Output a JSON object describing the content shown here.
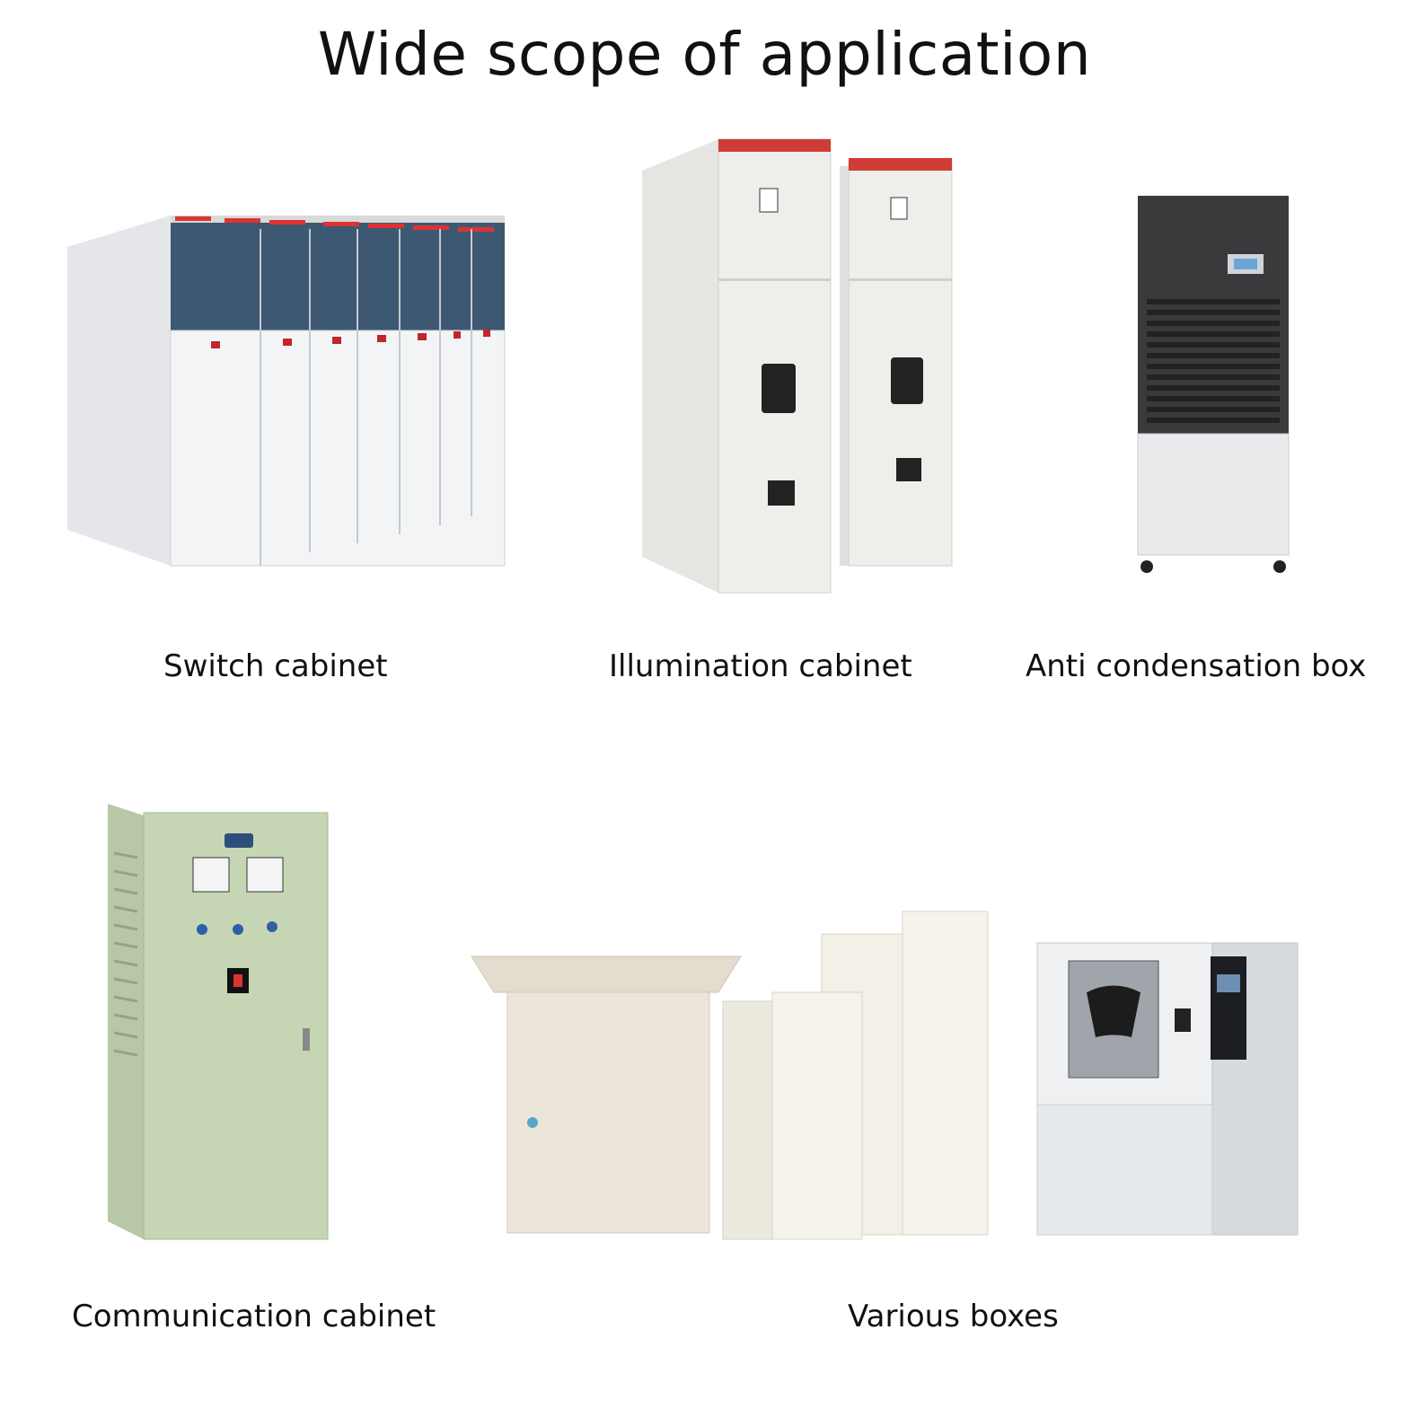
{
  "title": "Wide scope of application",
  "products": {
    "switch_cabinet": {
      "label": "Switch cabinet"
    },
    "illumination_cabinet": {
      "label": "Illumination cabinet"
    },
    "anti_condensation_box": {
      "label": "Anti condensation box"
    },
    "communication_cabinet": {
      "label": "Communication cabinet"
    },
    "various_boxes": {
      "label": "Various boxes"
    }
  }
}
